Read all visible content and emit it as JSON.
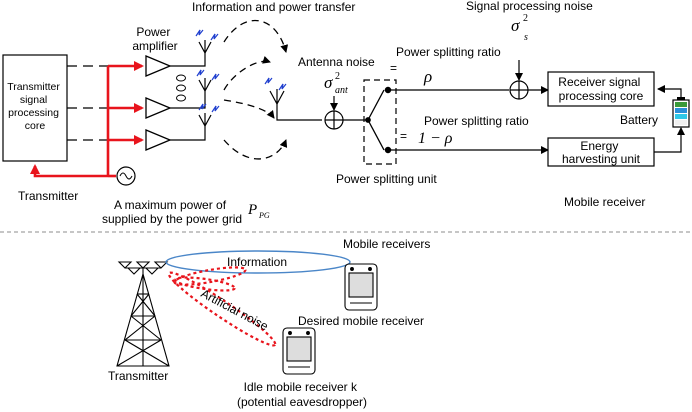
{
  "top": {
    "title_transfer": "Information and power transfer",
    "signal_noise_label": "Signal processing noise",
    "signal_noise_symbol": "σ",
    "signal_noise_sup": "2",
    "signal_noise_sub": "s",
    "power_amplifier_line1": "Power",
    "power_amplifier_line2": "amplifier",
    "antenna_noise_label": "Antenna noise",
    "antenna_noise_symbol": "σ",
    "antenna_noise_sup": "2",
    "antenna_noise_sub": "ant",
    "psr_label_top": "Power splitting ratio",
    "psr_eq_top": "=",
    "rho": "ρ",
    "psr_label_bottom": "Power splitting ratio",
    "psr_eq_bottom": "=",
    "one_minus_rho": "1 − ρ",
    "transmitter_core_lines": [
      "Transmitter",
      "signal",
      "processing",
      "core"
    ],
    "receiver_core_lines": [
      "Receiver signal",
      "processing core"
    ],
    "energy_unit_lines": [
      "Energy",
      "harvesting unit"
    ],
    "battery_label": "Battery",
    "power_splitting_unit": "Power splitting unit",
    "transmitter_label": "Transmitter",
    "max_power_line1": "A maximum power of",
    "max_power_line2": "supplied by the power grid",
    "ppg_symbol": "P",
    "ppg_sub": "PG",
    "mobile_receiver": "Mobile receiver"
  },
  "bottom": {
    "mobile_receivers": "Mobile receivers",
    "information": "Information",
    "artificial_noise": "Artificial noise",
    "desired_receiver": "Desired mobile receiver",
    "transmitter": "Transmitter",
    "idle_line1": "Idle mobile receiver k",
    "idle_line2": "(potential eavesdropper)"
  },
  "colors": {
    "line": "#000000",
    "power_feed": "#e8141c",
    "lightning": "#1f3fcf",
    "info_ellipse": "#4a86c8",
    "noise_ellipse": "#e8141c",
    "separator": "#8c8c8c",
    "battery_cells": [
      "#3a9a3a",
      "#2a8fd8",
      "#30c8e8",
      "#f0f0f0"
    ]
  }
}
